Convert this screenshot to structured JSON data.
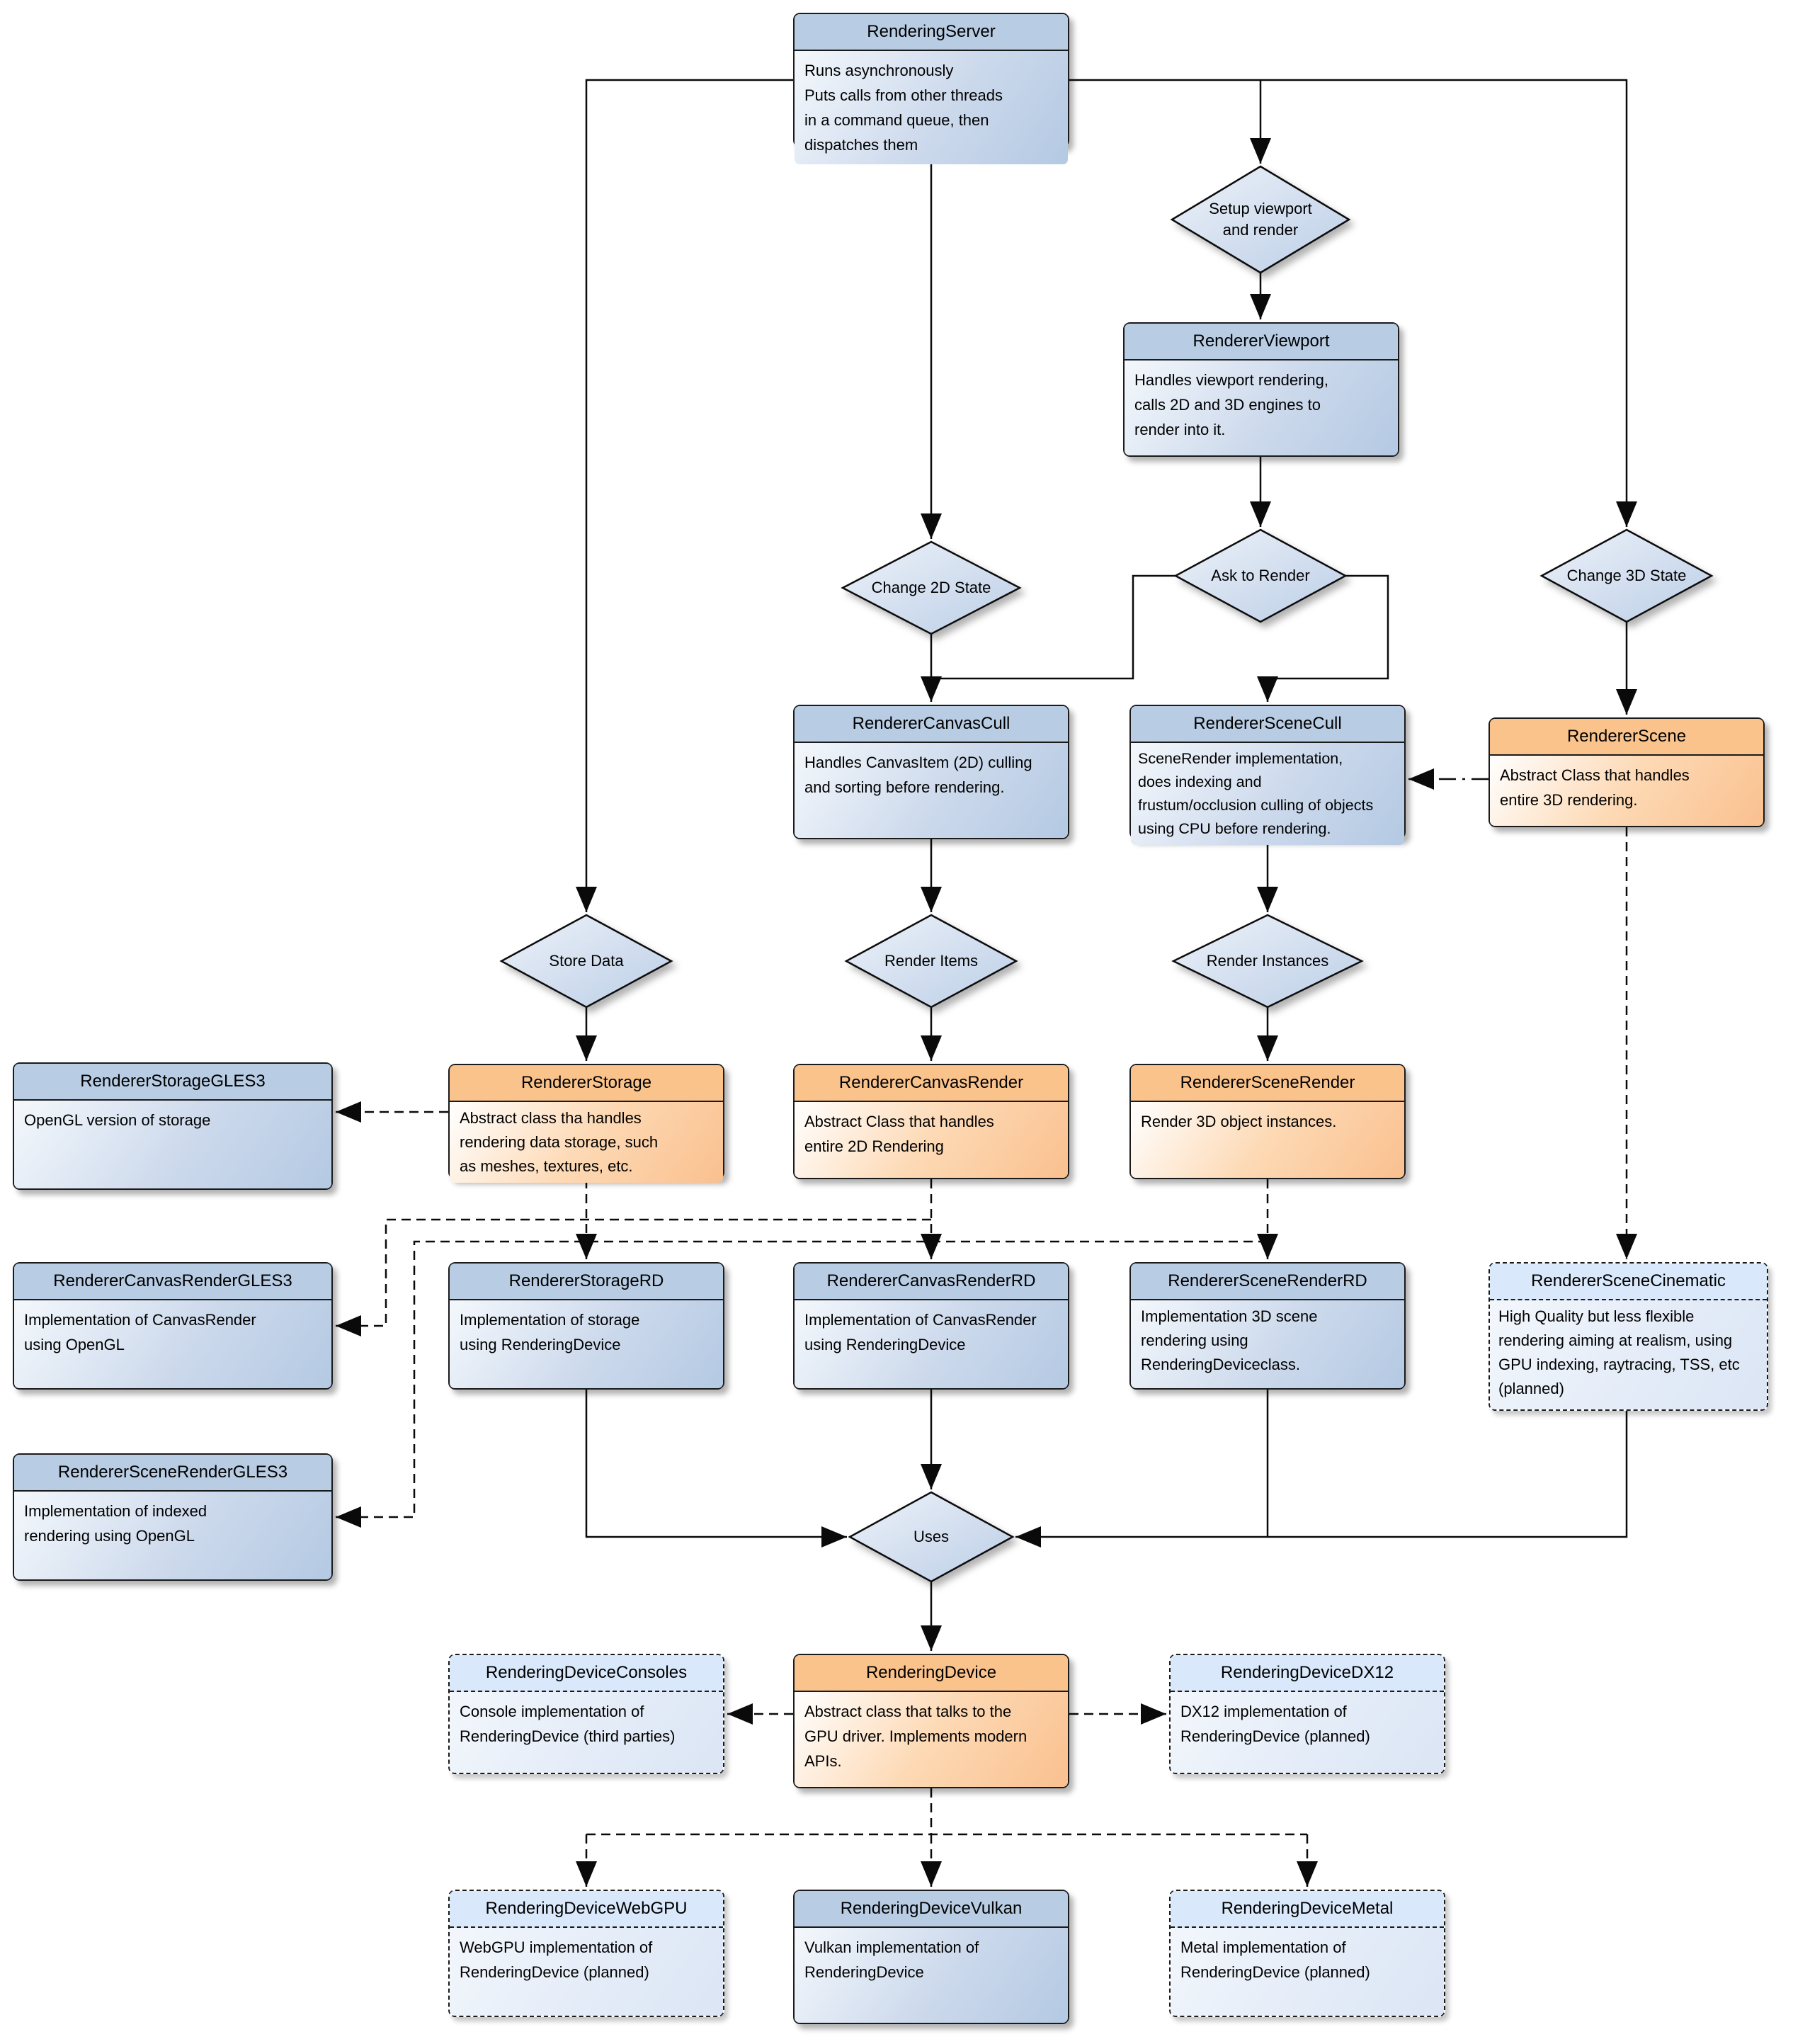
{
  "colors": {
    "blue_header": "#b8cce4",
    "blue_body_light": "#f4f8fc",
    "orange_header": "#fbc38c",
    "dashed_header": "#d9e8fa",
    "diamond_fill_light": "#eaf0f8",
    "diamond_fill_dark": "#bfd0e8",
    "line": "#1a1a1a"
  },
  "nodes": {
    "renderingServer": {
      "title": "RenderingServer",
      "body": "Runs asynchronously\nPuts calls from other threads\nin a command queue, then\ndispatches them"
    },
    "rendererViewport": {
      "title": "RendererViewport",
      "body": "Handles viewport rendering,\ncalls 2D and 3D engines to\nrender into it."
    },
    "rendererCanvasCull": {
      "title": "RendererCanvasCull",
      "body": "Handles CanvasItem (2D) culling\nand sorting before rendering."
    },
    "rendererSceneCull": {
      "title": "RendererSceneCull",
      "body": "SceneRender implementation,\ndoes indexing and\nfrustum/occlusion culling of objects\nusing CPU before rendering."
    },
    "rendererScene": {
      "title": "RendererScene",
      "body": "Abstract Class that handles\nentire 3D rendering."
    },
    "rendererStorageGLES3": {
      "title": "RendererStorageGLES3",
      "body": "OpenGL version of storage"
    },
    "rendererStorage": {
      "title": "RendererStorage",
      "body": "Abstract class tha handles\nrendering data storage, such\nas meshes, textures, etc."
    },
    "rendererCanvasRender": {
      "title": "RendererCanvasRender",
      "body": "Abstract Class that handles\nentire 2D Rendering"
    },
    "rendererSceneRender": {
      "title": "RendererSceneRender",
      "body": "Render 3D object instances."
    },
    "rendererCanvasRenderGLES3": {
      "title": "RendererCanvasRenderGLES3",
      "body": "Implementation of CanvasRender\nusing OpenGL"
    },
    "rendererStorageRD": {
      "title": "RendererStorageRD",
      "body": "Implementation of storage\nusing RenderingDevice"
    },
    "rendererCanvasRenderRD": {
      "title": "RendererCanvasRenderRD",
      "body": "Implementation of CanvasRender\nusing RenderingDevice"
    },
    "rendererSceneRenderRD": {
      "title": "RendererSceneRenderRD",
      "body": "Implementation 3D scene\nrendering using\nRenderingDeviceclass."
    },
    "rendererSceneCinematic": {
      "title": "RendererSceneCinematic",
      "body": "High Quality but less flexible\nrendering aiming at realism, using\nGPU indexing, raytracing, TSS, etc\n(planned)"
    },
    "rendererSceneRenderGLES3": {
      "title": "RendererSceneRenderGLES3",
      "body": "Implementation of indexed\nrendering using OpenGL"
    },
    "renderingDeviceConsoles": {
      "title": "RenderingDeviceConsoles",
      "body": "Console implementation of\nRenderingDevice (third parties)"
    },
    "renderingDevice": {
      "title": "RenderingDevice",
      "body": "Abstract class that talks to the\nGPU driver. Implements modern\nAPIs."
    },
    "renderingDeviceDX12": {
      "title": "RenderingDeviceDX12",
      "body": "DX12 implementation of\nRenderingDevice (planned)"
    },
    "renderingDeviceWebGPU": {
      "title": "RenderingDeviceWebGPU",
      "body": "WebGPU implementation of\nRenderingDevice (planned)"
    },
    "renderingDeviceVulkan": {
      "title": "RenderingDeviceVulkan",
      "body": "Vulkan implementation of\nRenderingDevice"
    },
    "renderingDeviceMetal": {
      "title": "RenderingDeviceMetal",
      "body": "Metal implementation of\nRenderingDevice (planned)"
    }
  },
  "diamonds": {
    "setupViewport": {
      "label": "Setup viewport\nand render"
    },
    "change2D": {
      "label": "Change 2D State"
    },
    "askToRender": {
      "label": "Ask to Render"
    },
    "change3D": {
      "label": "Change 3D State"
    },
    "storeData": {
      "label": "Store Data"
    },
    "renderItems": {
      "label": "Render Items"
    },
    "renderInstances": {
      "label": "Render Instances"
    },
    "uses": {
      "label": "Uses"
    }
  }
}
